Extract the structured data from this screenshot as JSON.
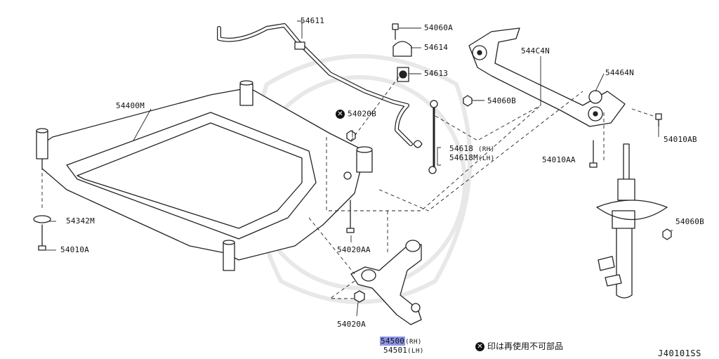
{
  "diagram_id": "J40101SS",
  "legend_note": "印は再使用不可部品",
  "parts": {
    "p54611": "54611",
    "p54060A": "54060A",
    "p54614": "54614",
    "p54613": "54613",
    "p544C4N": "544C4N",
    "p54464N": "54464N",
    "p54400M": "54400M",
    "p54020B": "54020B",
    "p54060B_top": "54060B",
    "p54618": "54618",
    "p54618_side": "(RH)",
    "p54618M": "54618M",
    "p54618M_side": "(LH)",
    "p54010AA": "54010AA",
    "p54010AB": "54010AB",
    "p54342M": "54342M",
    "p54010A": "54010A",
    "p54020AA": "54020AA",
    "p54060B_right": "54060B",
    "p54020A": "54020A",
    "p54500": "54500",
    "p54500_side": "(RH)",
    "p54501": "54501",
    "p54501_side": "(LH)"
  },
  "colors": {
    "line": "#222222",
    "highlight": "#8e95e8",
    "watermark": "#e6e6e6"
  },
  "icons": {
    "non_reusable": "x-circle-icon"
  }
}
